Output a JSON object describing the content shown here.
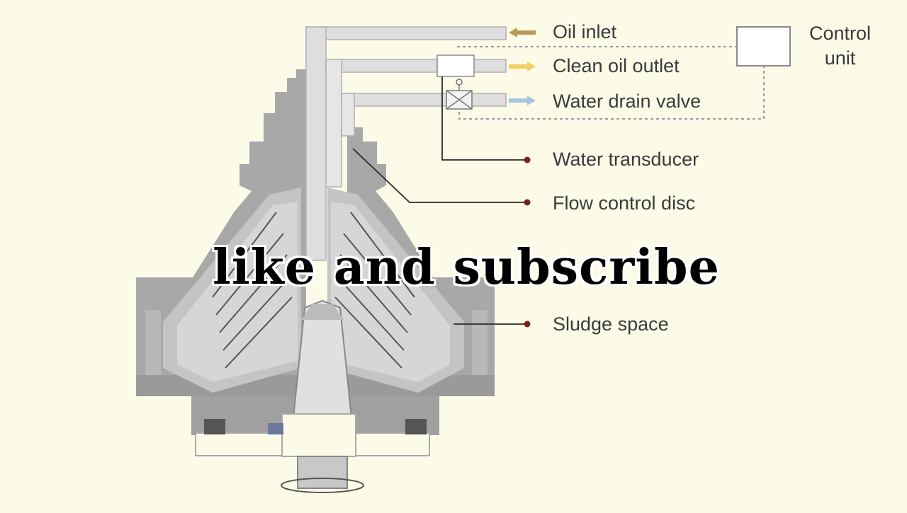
{
  "labels": {
    "oil_inlet": "Oil inlet",
    "clean_oil_outlet": "Clean oil outlet",
    "water_drain_valve": "Water drain valve",
    "water_transducer": "Water transducer",
    "flow_control_disc": "Flow control disc",
    "sludge_space": "Sludge space",
    "control_unit_line1": "Control",
    "control_unit_line2": "unit"
  },
  "overlay_text": "like and subscribe",
  "colors": {
    "background": "#fbfbe8",
    "oil_arrow": "#b89a55",
    "clean_oil_arrow": "#f0d060",
    "water_arrow": "#a8c4e0",
    "marker_dot": "#7a2020",
    "body_gray": "#9a9a9a"
  }
}
